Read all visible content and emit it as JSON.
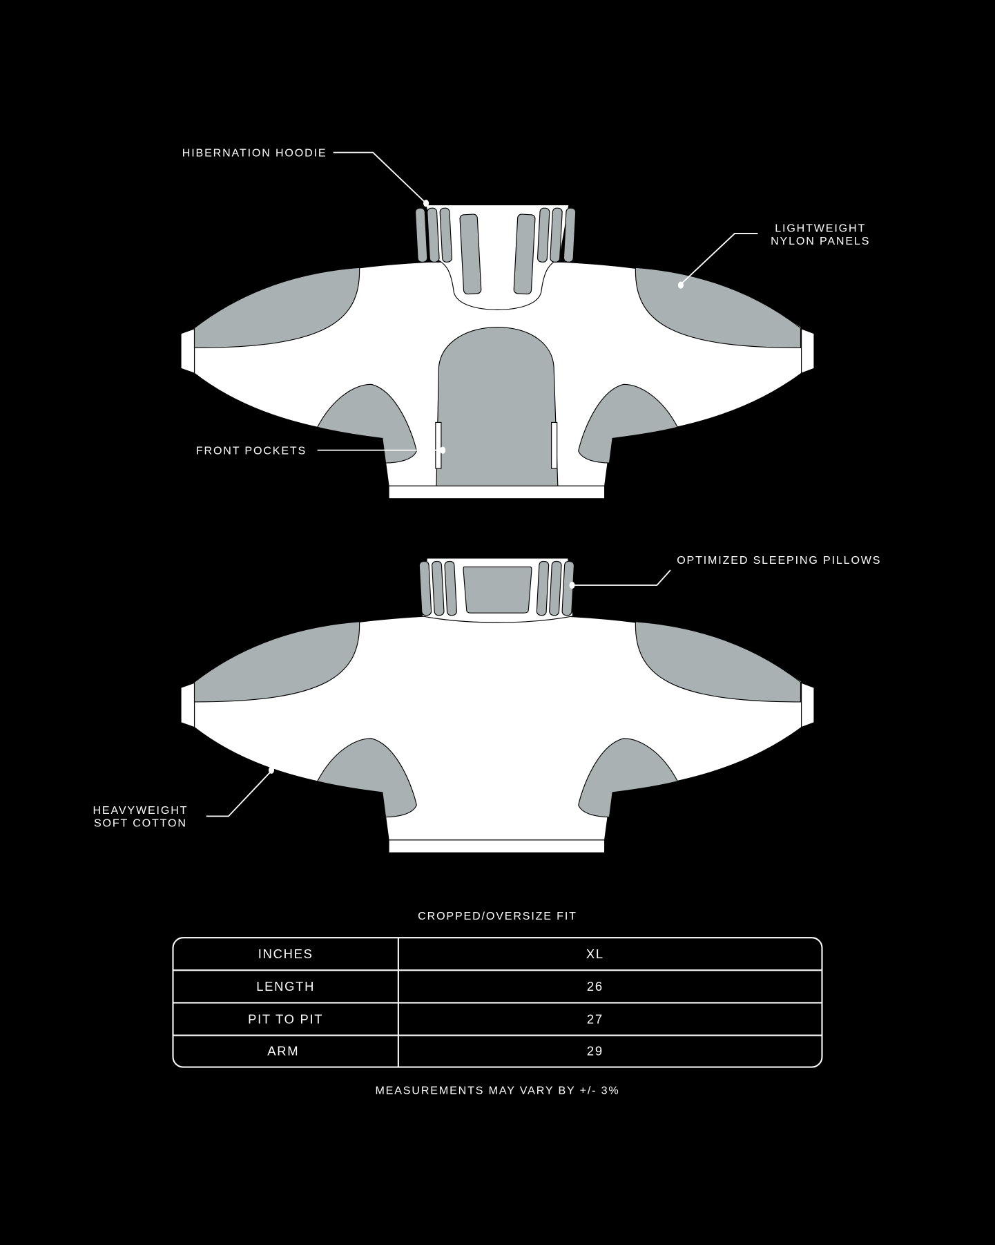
{
  "callouts": {
    "hood": "HIBERNATION HOODIE",
    "nylon_line1": "LIGHTWEIGHT",
    "nylon_line2": "NYLON PANELS",
    "pockets": "FRONT POCKETS",
    "pillows": "OPTIMIZED SLEEPING PILLOWS",
    "cotton_line1": "HEAVYWEIGHT",
    "cotton_line2": "SOFT COTTON"
  },
  "colors": {
    "background": "#000000",
    "garment": "#ffffff",
    "panel": "#aab1b3"
  },
  "size_chart": {
    "title": "CROPPED/OVERSIZE FIT",
    "header": [
      "INCHES",
      "XL"
    ],
    "rows": [
      [
        "LENGTH",
        "26"
      ],
      [
        "PIT TO PIT",
        "27"
      ],
      [
        "ARM",
        "29"
      ]
    ],
    "note": "MEASUREMENTS MAY VARY BY +/- 3%"
  }
}
